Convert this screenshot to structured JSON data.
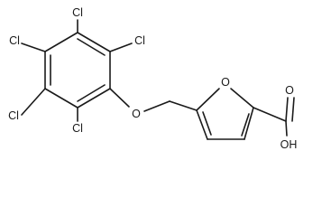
{
  "molecule": {
    "atoms": {
      "cl_top": "Cl",
      "cl_upper_left": "Cl",
      "cl_upper_right": "Cl",
      "cl_lower_left": "Cl",
      "cl_bottom": "Cl",
      "ether_oxygen": "O",
      "furan_oxygen": "O",
      "carbonyl_oxygen": "O",
      "hydroxyl": "OH"
    }
  }
}
